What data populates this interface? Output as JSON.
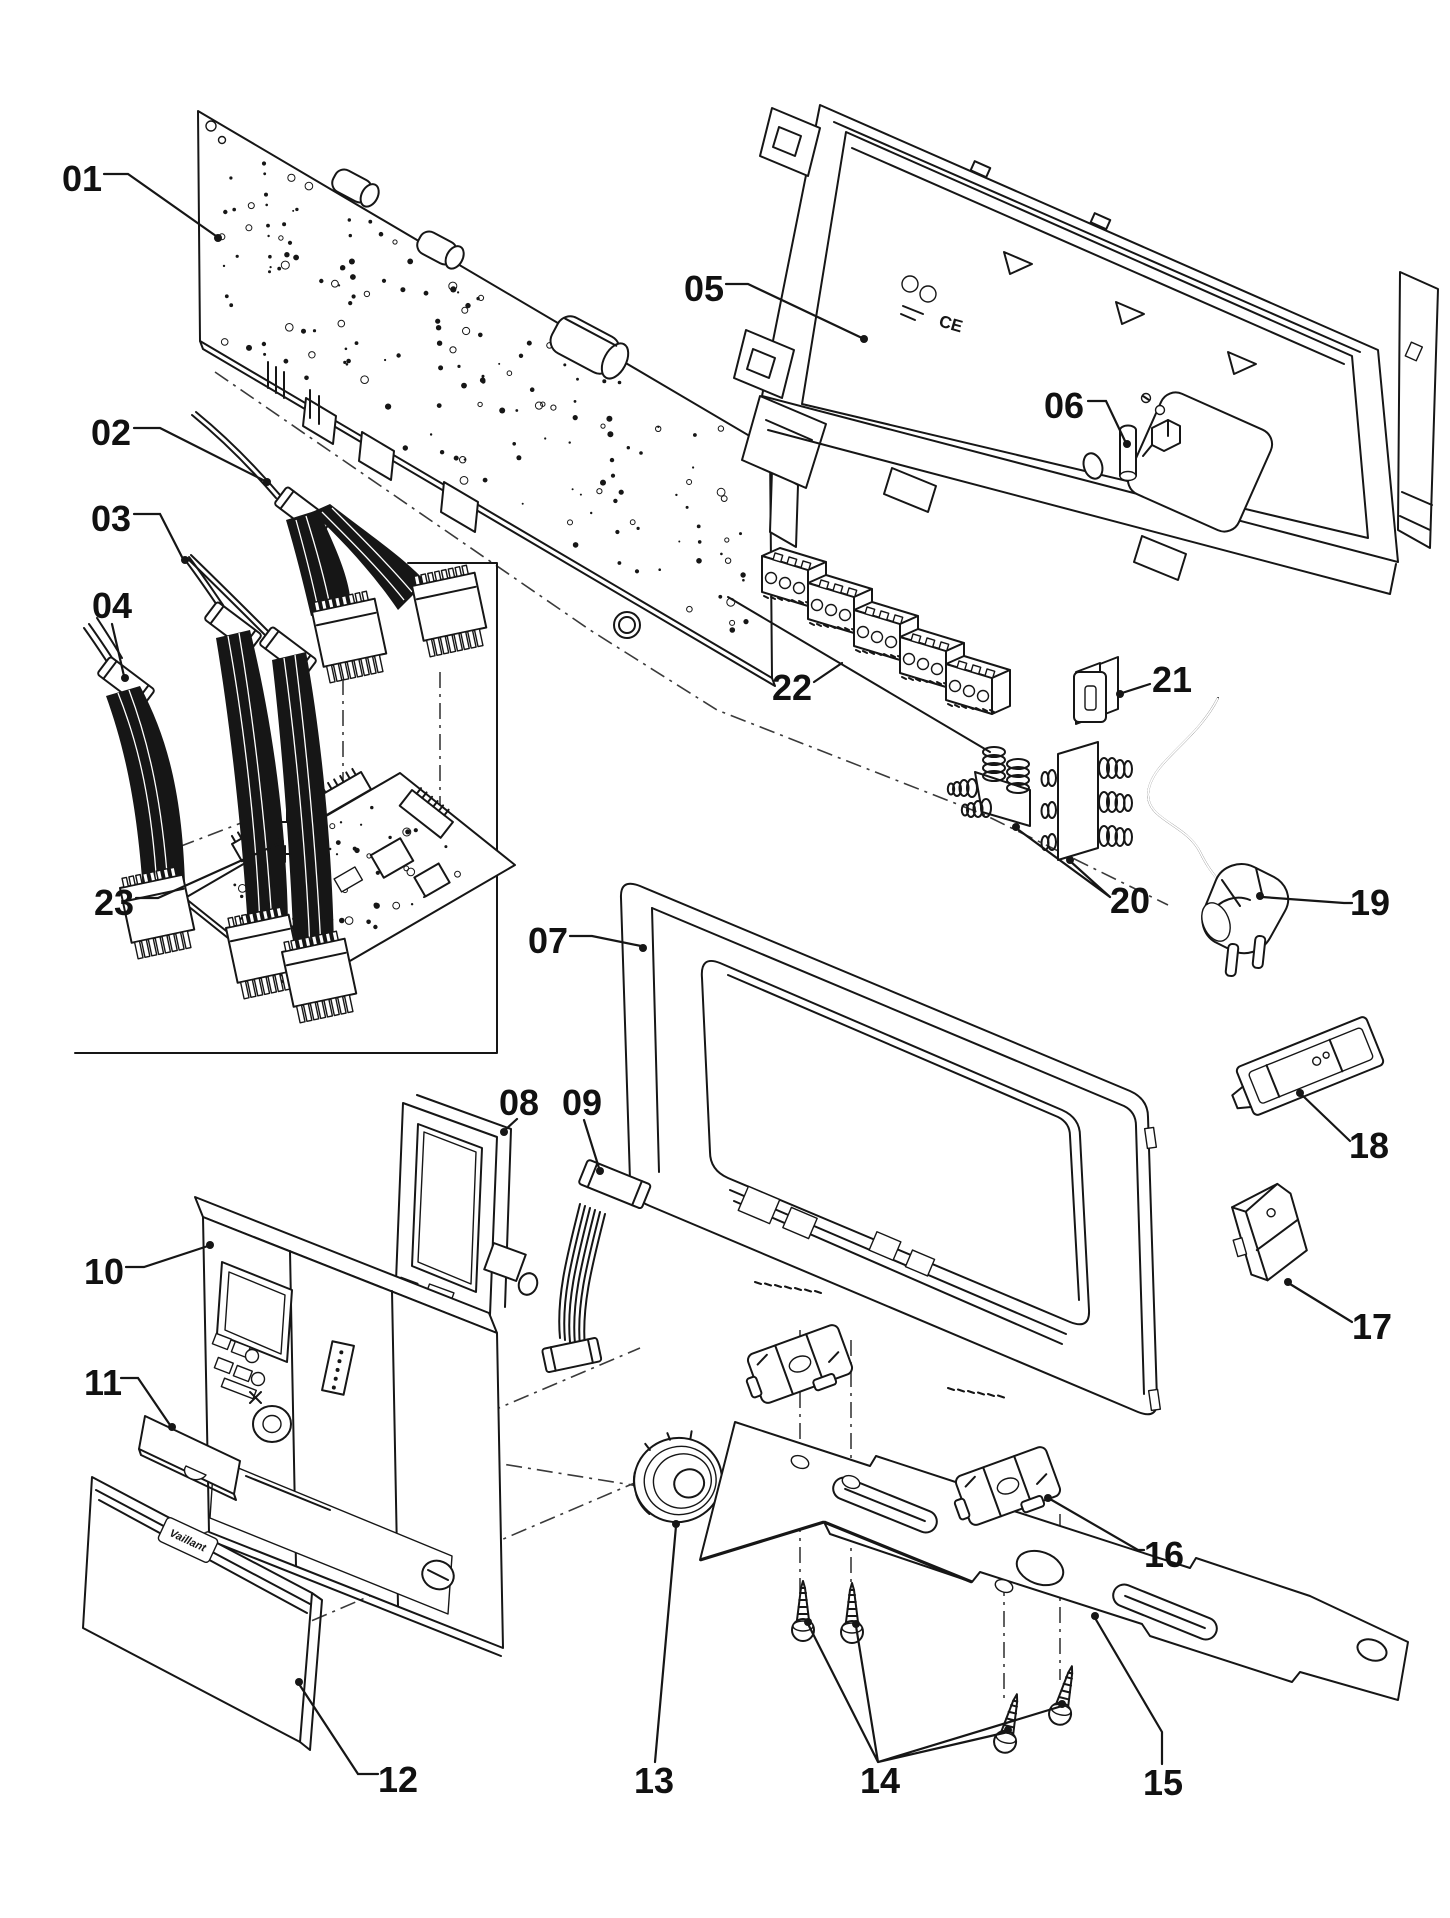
{
  "page": {
    "background": "#ffffff",
    "line_color": "#161616"
  },
  "callouts": {
    "c01": {
      "label": "01"
    },
    "c02": {
      "label": "02"
    },
    "c03": {
      "label": "03"
    },
    "c04": {
      "label": "04"
    },
    "c05": {
      "label": "05"
    },
    "c06": {
      "label": "06"
    },
    "c07": {
      "label": "07"
    },
    "c08": {
      "label": "08"
    },
    "c09": {
      "label": "09"
    },
    "c10": {
      "label": "10"
    },
    "c11": {
      "label": "11"
    },
    "c12": {
      "label": "12"
    },
    "c13": {
      "label": "13"
    },
    "c14": {
      "label": "14"
    },
    "c15": {
      "label": "15"
    },
    "c16": {
      "label": "16"
    },
    "c17": {
      "label": "17"
    },
    "c18": {
      "label": "18"
    },
    "c19": {
      "label": "19"
    },
    "c20": {
      "label": "20"
    },
    "c21": {
      "label": "21"
    },
    "c22": {
      "label": "22"
    },
    "c23": {
      "label": "23"
    }
  },
  "markings": {
    "ce": "CE",
    "brand_logo": "Vaillant"
  }
}
